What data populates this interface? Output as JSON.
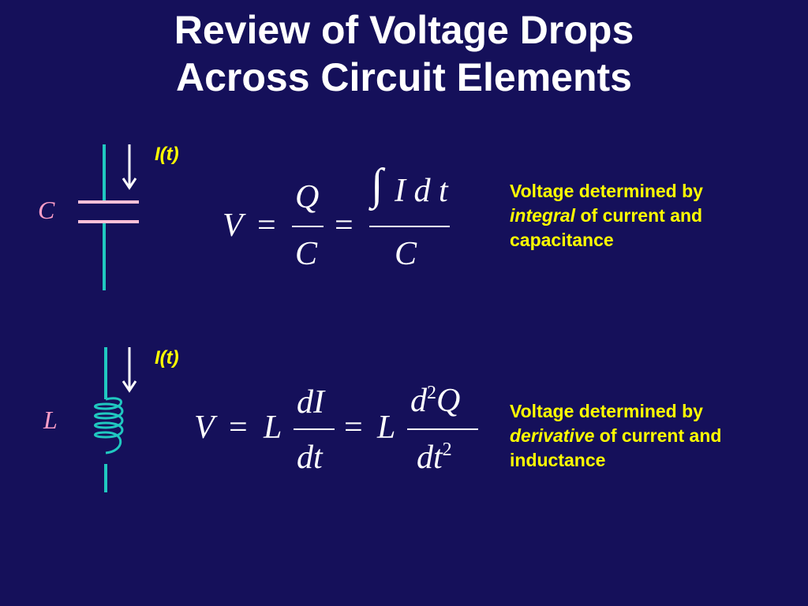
{
  "title": {
    "line1": "Review of Voltage Drops",
    "line2": "Across Circuit Elements"
  },
  "capacitor": {
    "current_label": "I(t)",
    "element_label": "C",
    "equation": {
      "lhs": "V",
      "eq1": "=",
      "frac1_num": "Q",
      "frac1_den": "C",
      "eq2": "=",
      "integral": "∫",
      "frac2_num": "I d t",
      "frac2_den": "C"
    },
    "description": {
      "line1": "Voltage determined by",
      "line2_emph": "integral",
      "line2_rest": " of current and",
      "line3": "capacitance"
    }
  },
  "inductor": {
    "current_label": "I(t)",
    "element_label": "L",
    "equation": {
      "lhs": "V",
      "eq1": "=",
      "coef1": "L",
      "frac1_num": "dI",
      "frac1_den": "dt",
      "eq2": "=",
      "coef2": "L",
      "frac2_num_a": "d",
      "frac2_num_sup": "2",
      "frac2_num_b": "Q",
      "frac2_den_a": "dt",
      "frac2_den_sup": "2"
    },
    "description": {
      "line1": "Voltage determined by",
      "line2_emph": "derivative",
      "line2_rest": " of current and",
      "line3": "inductance"
    }
  },
  "colors": {
    "background": "#15105a",
    "title": "#ffffff",
    "description": "#ffff00",
    "wire": "#20c8c0",
    "element_label": "#ff9fc8",
    "capacitor_plate": "#ffc0d8",
    "arrow": "#ffffff"
  }
}
